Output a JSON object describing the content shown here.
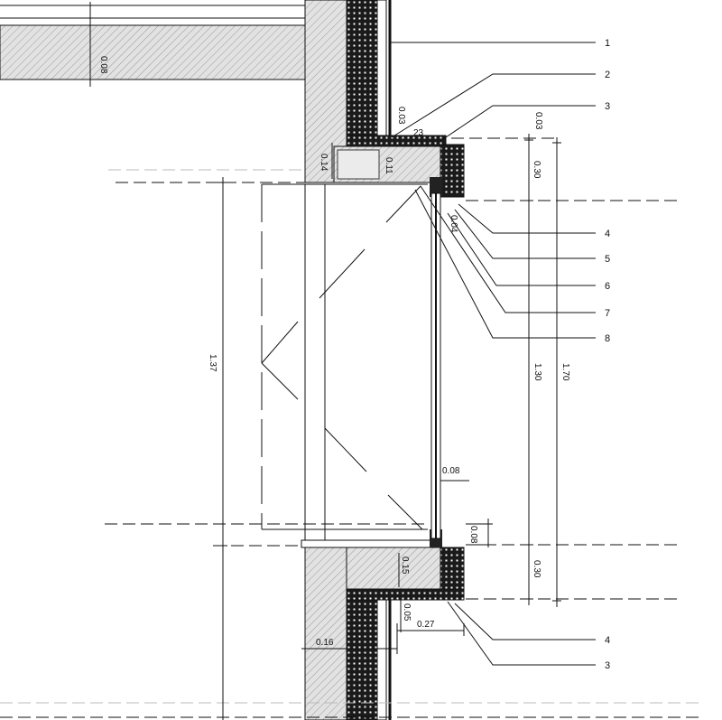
{
  "callouts": {
    "c1": "1",
    "c2": "2",
    "c3": "3",
    "c4": "4",
    "c5": "5",
    "c6": "6",
    "c7": "7",
    "c8": "8",
    "c4b": "4",
    "c3b": "3"
  },
  "dimensions": {
    "slab_thickness": "0.08",
    "offset_003a": "0.03",
    "offset_003b": "0.03",
    "head_023": "23",
    "sill_014": "0.14",
    "frame_011": "0.11",
    "head_030": "0.30",
    "opening_137": "1.37",
    "opening_130": "1.30",
    "total_170": "1.70",
    "glass_004": "0.04",
    "glass_008": "0.08",
    "sill_008": "0.08",
    "sill_015": "0.15",
    "sill_030": "0.30",
    "wall_005": "0.05",
    "ledge_027": "0.27",
    "wall_016": "0.16"
  },
  "colors": {
    "line": "#111111",
    "hatch_fill": "#d9d9d9",
    "insulation": "#1a1a1a"
  }
}
